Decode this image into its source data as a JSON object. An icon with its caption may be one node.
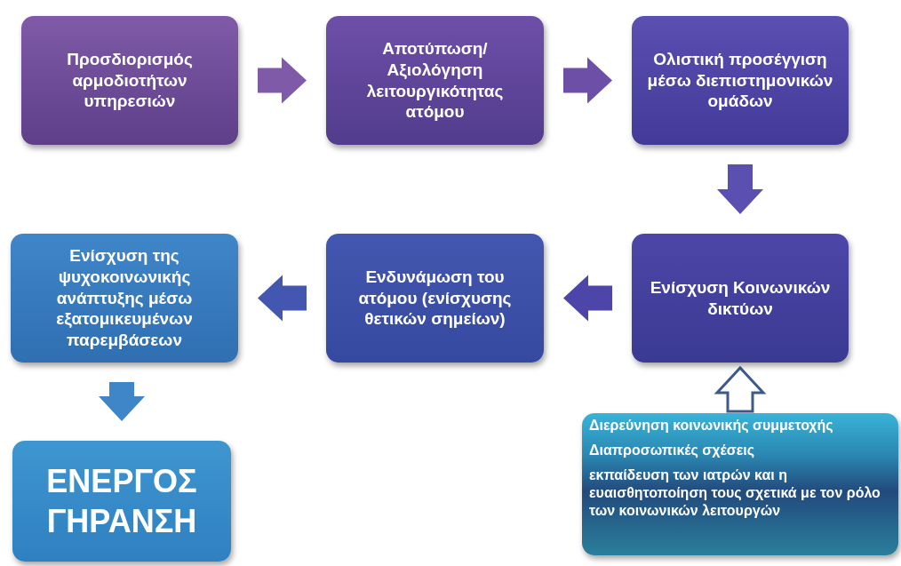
{
  "diagram": {
    "nodes": [
      {
        "text": [
          "Προσδιορισμός αρμοδιοτήτων υπηρεσιών"
        ]
      },
      {
        "text": [
          "Αποτύπωση/Αξιολόγηση λειτουργικότητας ατόμου"
        ]
      },
      {
        "text": [
          "Ολιστική προσέγγιση μέσω διεπιστημονικών ομάδων"
        ]
      },
      {
        "text": [
          "Ενίσχυση Κοινωνικών δικτύων"
        ]
      },
      {
        "text": [
          "Ενδυνάμωση του ατόμου (ενίσχυσης θετικών σημείων)"
        ]
      },
      {
        "text": [
          "Ενίσχυση της ψυχοκοινωνικής ανάπτυξης μέσω εξατομικευμένων παρεμβάσεων"
        ]
      },
      {
        "text": [
          "ΕΝΕΡΓΟΣ ΓΗΡΑΝΣΗ"
        ]
      },
      {
        "text": [
          "Διερεύνηση κοινωνικής συμμετοχής",
          "Διαπροσωπικές σχέσεις",
          "εκπαίδευση των ιατρών και η ευαισθητοποίηση τους σχετικά με τον ρόλο των κοινωνικών λειτουργών"
        ]
      }
    ],
    "edges": [
      {
        "from": 0,
        "to": 1,
        "arrow": "to"
      },
      {
        "from": 1,
        "to": 2,
        "arrow": "to"
      },
      {
        "from": 2,
        "to": 3,
        "arrow": "to"
      },
      {
        "from": 3,
        "to": 4,
        "arrow": "to"
      },
      {
        "from": 4,
        "to": 5,
        "arrow": "to"
      },
      {
        "from": 5,
        "to": 6,
        "arrow": "to"
      },
      {
        "from": 7,
        "to": 3,
        "arrow": "to",
        "color": "#3d5a8a"
      }
    ]
  }
}
